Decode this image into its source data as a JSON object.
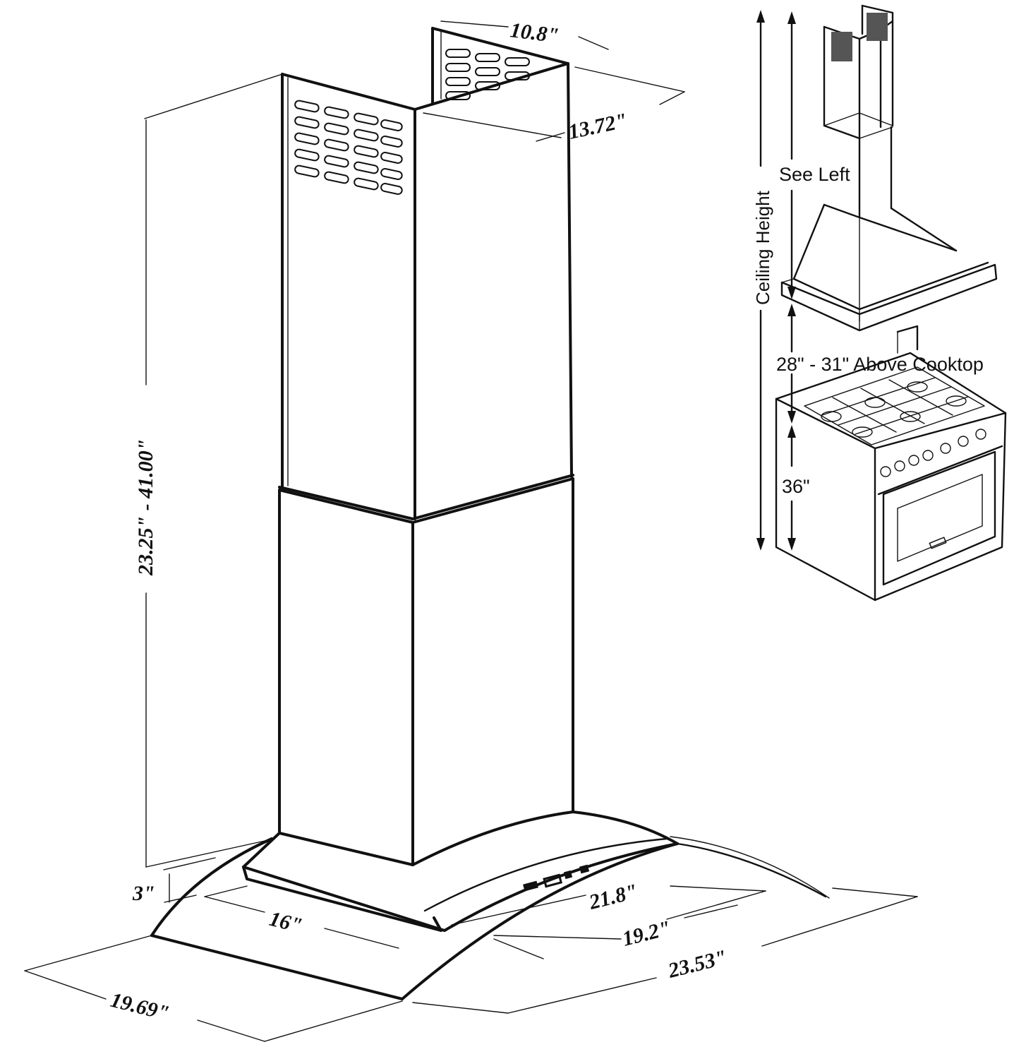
{
  "main_hood": {
    "duct_top_width": "10.8\"",
    "duct_top_depth": "13.72\"",
    "chimney_height_range": "23.25\" - 41.00\"",
    "canopy_thickness": "3\"",
    "base_inner_width": "16\"",
    "base_inner_depth": "21.8\"",
    "base_mid_depth": "19.2\"",
    "base_outer_depth": "23.53\"",
    "base_outer_width": "19.69\""
  },
  "installation_inset": {
    "ceiling_height_label": "Ceiling Height",
    "chimney_label": "See Left",
    "clearance_label": "28\" - 31\" Above Cooktop",
    "counter_height_label": "36\""
  },
  "colors": {
    "line": "#111111",
    "background": "#ffffff"
  }
}
